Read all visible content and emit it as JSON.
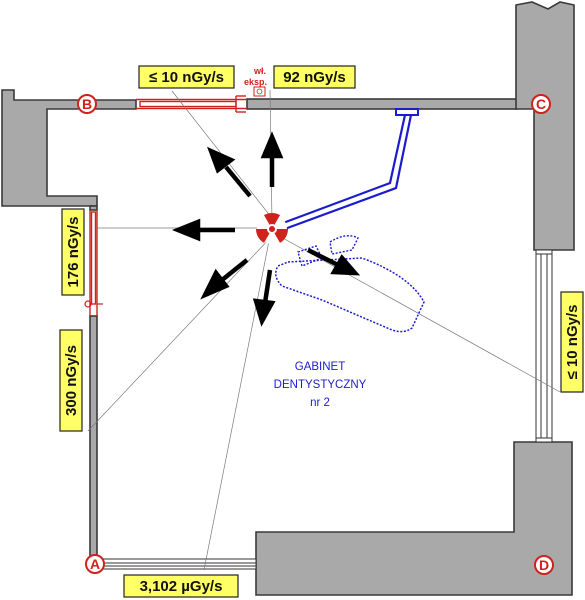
{
  "room": {
    "line1": "GABINET",
    "line2": "DENTYSTYCZNY",
    "line3": "nr 2"
  },
  "switch_label": {
    "line1": "wł.",
    "line2": "eksp."
  },
  "corners": {
    "a": "A",
    "b": "B",
    "c": "C",
    "d": "D"
  },
  "measurements": {
    "top_left_door": "≤ 10 nGy/s",
    "top_wall": "92 nGy/s",
    "left_door": "176 nGy/s",
    "left_wall": "300 nGy/s",
    "bottom_window": "3,102 µGy/s",
    "right_window": "≤ 10 nGy/s"
  },
  "colors": {
    "wall_fill": "#a9a9a9",
    "label_fill": "#ffff66",
    "radiation_red": "#d0221c",
    "equipment_blue": "#1c1ccf"
  }
}
